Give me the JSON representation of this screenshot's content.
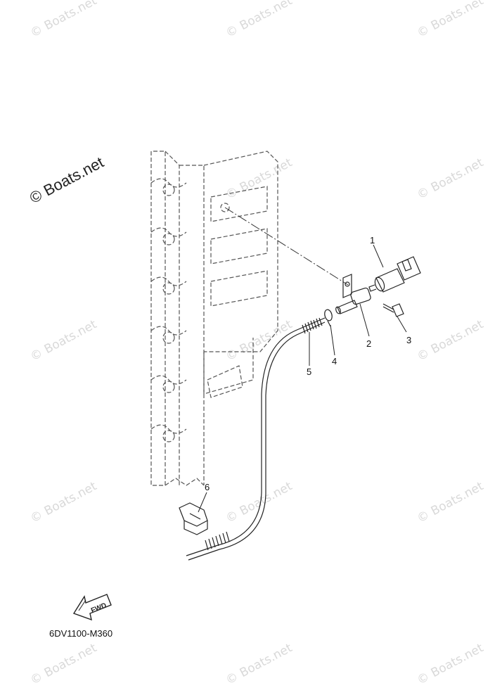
{
  "watermark_text": "© Boats.net",
  "main_watermark_text": "© Boats.net",
  "drawing_code": "6DV1100-M360",
  "fwd_label": "FWD",
  "callouts": [
    {
      "id": "1",
      "label": "1"
    },
    {
      "id": "2",
      "label": "2"
    },
    {
      "id": "3",
      "label": "3"
    },
    {
      "id": "4",
      "label": "4"
    },
    {
      "id": "5",
      "label": "5"
    },
    {
      "id": "6",
      "label": "6"
    }
  ]
}
